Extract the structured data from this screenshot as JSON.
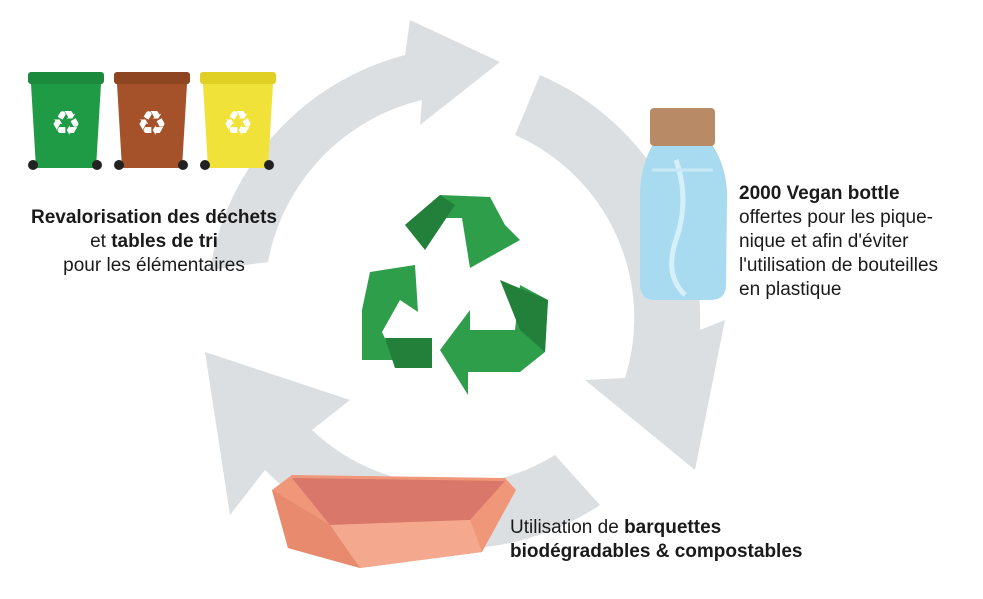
{
  "colors": {
    "cycle_arrows": "#dcdfe2",
    "recycle_green": "#2e9e4a",
    "recycle_green_dark": "#23803a",
    "bin_green": "#1f9a45",
    "bin_brown": "#a5522a",
    "bin_yellow": "#f1e23a",
    "bottle_cap": "#b98a66",
    "bottle_body": "#a9dbf0",
    "tray": "#f0977a",
    "tray_inner": "#d9776a"
  },
  "icons": [
    "cycle-arrows-icon",
    "recycle-symbol-icon",
    "recycling-bins-icon",
    "glass-bottle-icon",
    "food-tray-icon"
  ],
  "waste": {
    "line1_bold": "Revalorisation des déchets",
    "line2_pre": "et ",
    "line2_bold": "tables de tri",
    "line3": "pour les élémentaires"
  },
  "bottle": {
    "title_bold": "2000 Vegan bottle",
    "line2": "offertes pour les pique-",
    "line3": "nique et afin d'éviter",
    "line4": "l'utilisation de bouteilles",
    "line5": "en plastique"
  },
  "tray": {
    "line1_pre": "Utilisation de ",
    "line1_bold": "barquettes",
    "line2_bold": "biodégradables & compostables"
  }
}
